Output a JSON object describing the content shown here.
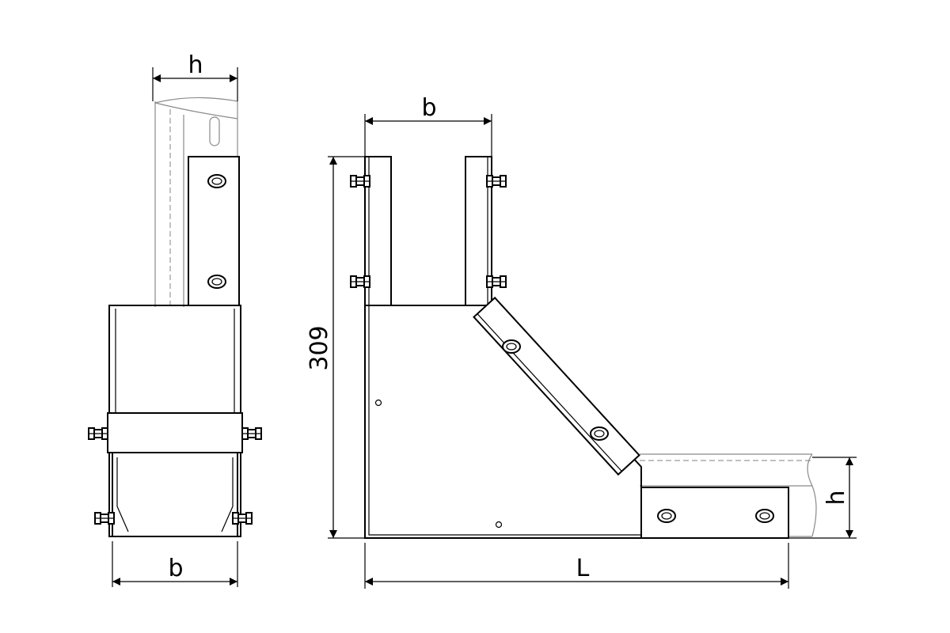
{
  "labels": {
    "side_h": "h",
    "side_b": "b",
    "top_b": "b",
    "height_309": "309",
    "right_h": "h",
    "length_l": "L"
  },
  "colors": {
    "line": "#000000",
    "ghost": "#8a8a8a",
    "background": "#ffffff"
  }
}
